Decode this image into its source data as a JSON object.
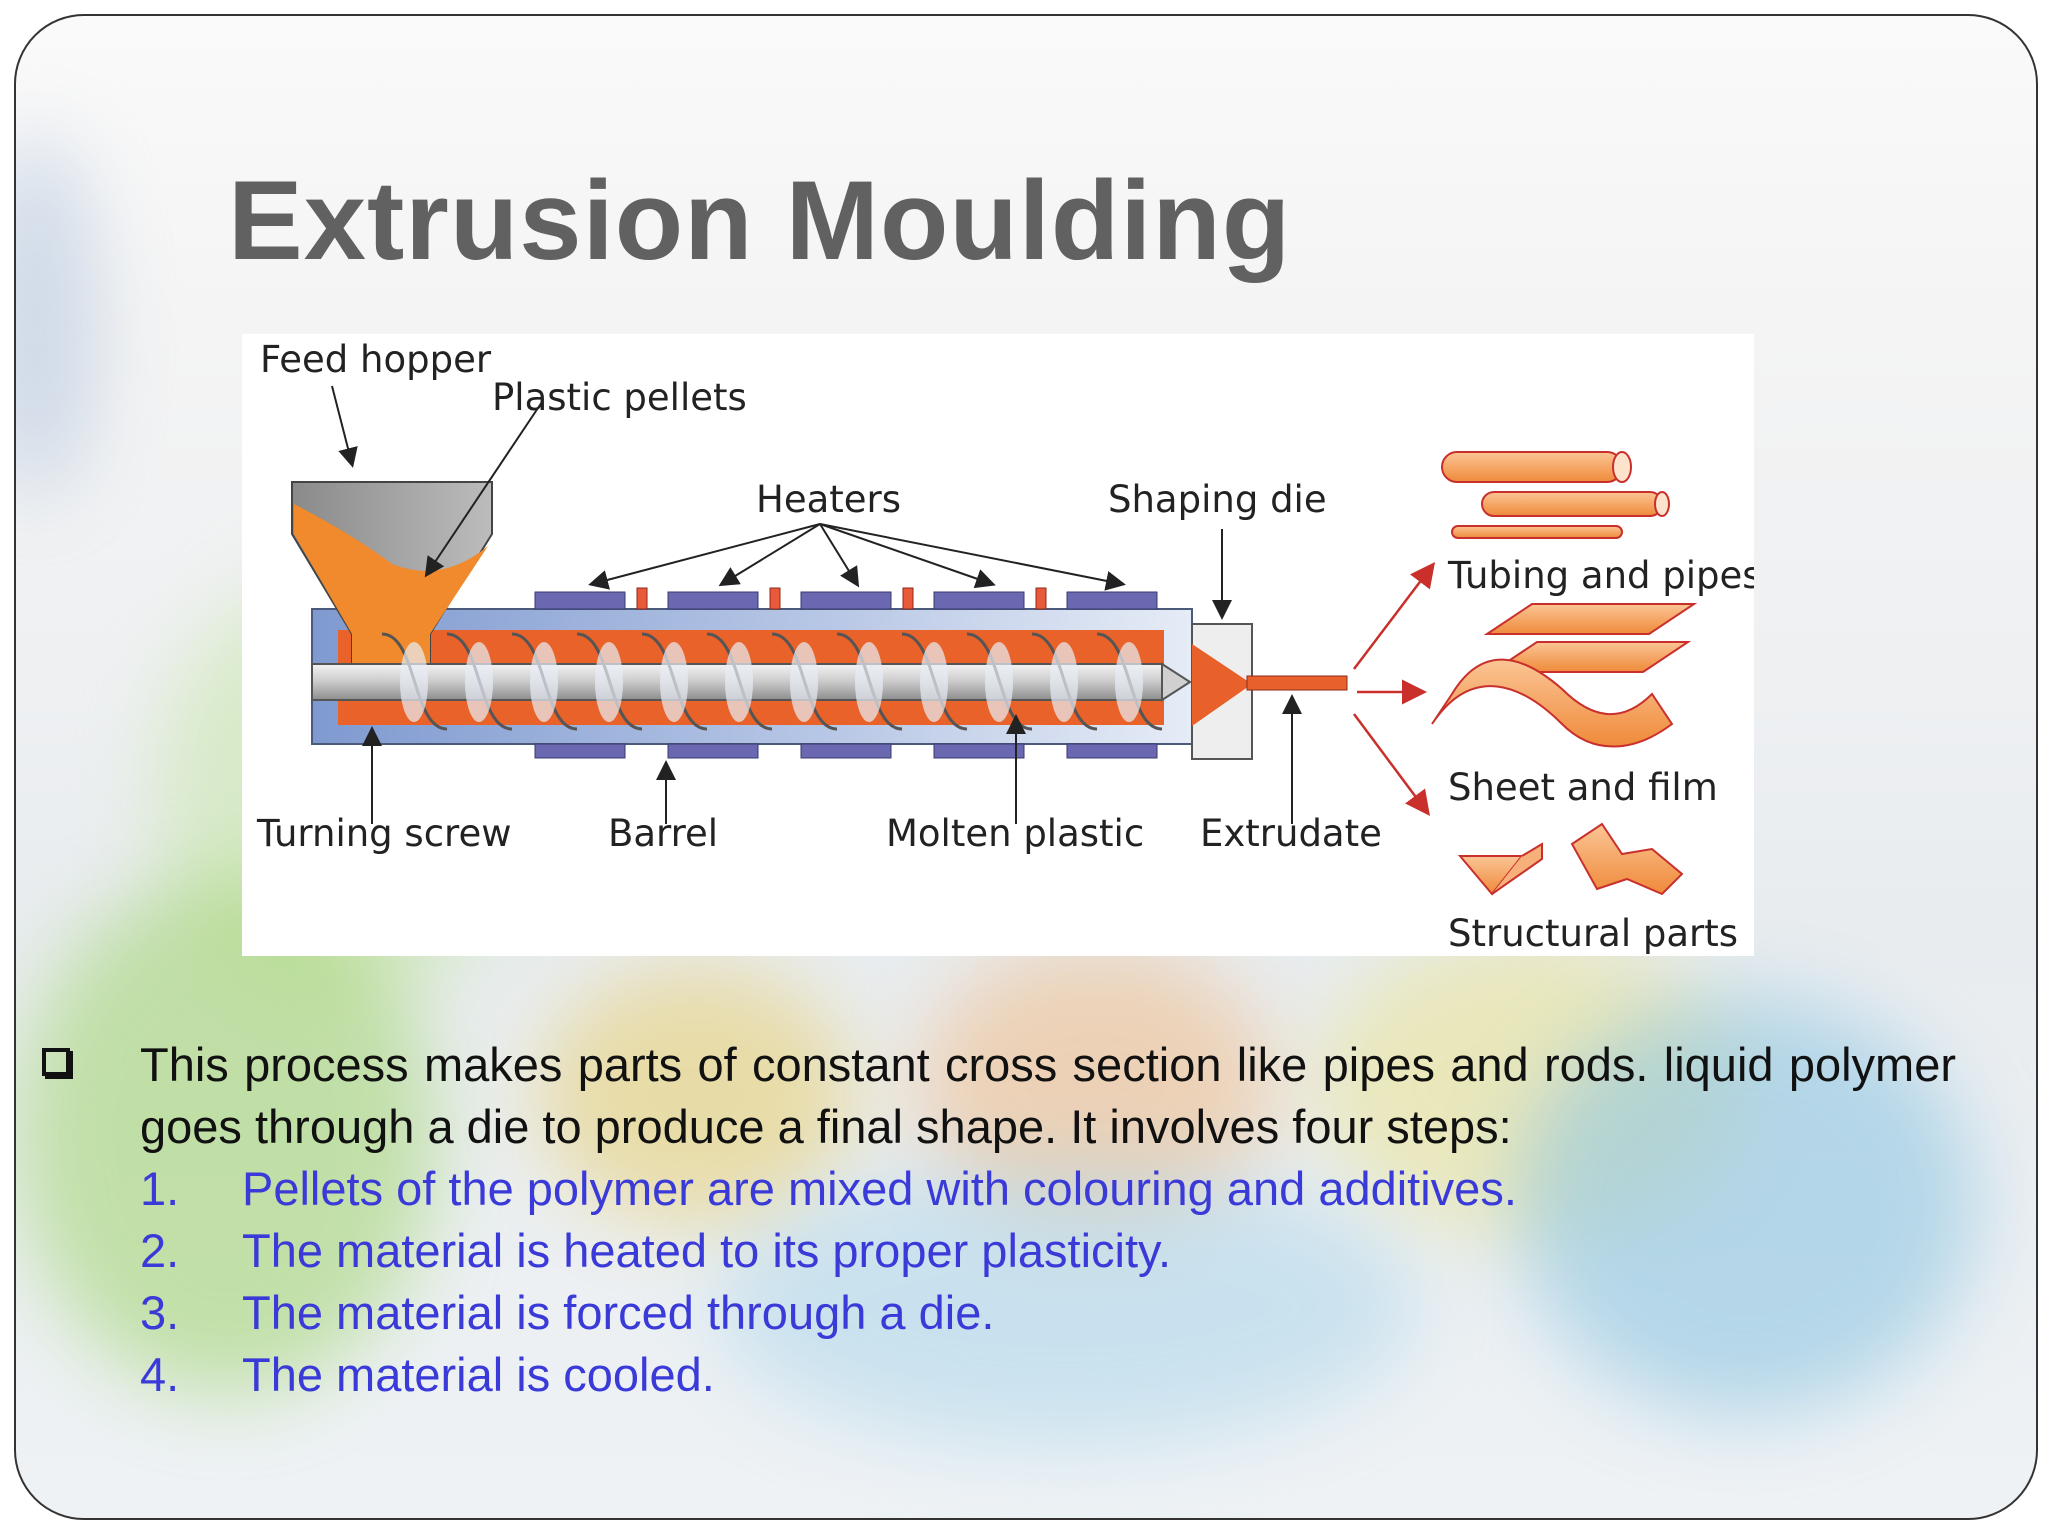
{
  "slide": {
    "title": "Extrusion Moulding"
  },
  "diagram": {
    "labels": {
      "feed_hopper": "Feed hopper",
      "plastic_pellets": "Plastic pellets",
      "heaters": "Heaters",
      "shaping_die": "Shaping die",
      "turning_screw": "Turning screw",
      "barrel": "Barrel",
      "molten_plastic": "Molten plastic",
      "extrudate": "Extrudate",
      "tubing_and_pipes": "Tubing and pipes",
      "sheet_and_film": "Sheet and film",
      "structural_parts": "Structural parts"
    },
    "colors": {
      "orange": "#f08a2c",
      "molten": "#e8602a",
      "barrel_blue": "#9fb3d8",
      "heater_purple": "#6a68b0",
      "arrow_red": "#c9302c"
    }
  },
  "body": {
    "paragraph": "This process makes parts of constant cross section like pipes and rods. liquid polymer goes through a die to produce a final shape. It involves four steps:",
    "steps": [
      {
        "num": "1.",
        "text": "Pellets of the polymer are mixed with colouring and additives."
      },
      {
        "num": "2.",
        "text": "The material is heated to its proper plasticity."
      },
      {
        "num": "3.",
        "text": "The material is forced through a die."
      },
      {
        "num": "4.",
        "text": "The material is cooled."
      }
    ],
    "colors": {
      "paragraph": "#111111",
      "steps": "#3a3ad8"
    }
  }
}
